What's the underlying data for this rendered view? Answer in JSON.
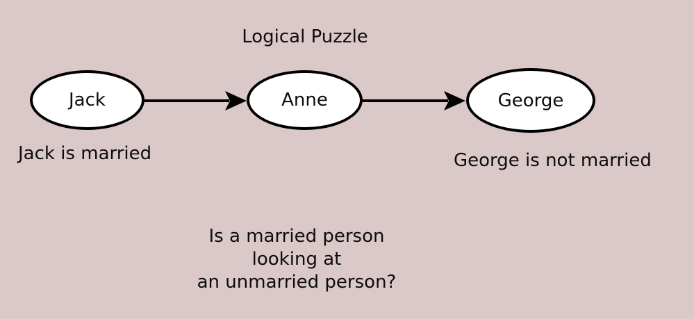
{
  "title": "Logical Puzzle",
  "nodes": [
    {
      "id": "jack",
      "label": "Jack"
    },
    {
      "id": "anne",
      "label": "Anne"
    },
    {
      "id": "george",
      "label": "George"
    }
  ],
  "edges": [
    {
      "from": "jack",
      "to": "anne"
    },
    {
      "from": "anne",
      "to": "george"
    }
  ],
  "annotations": {
    "jack": "Jack is married",
    "george": "George is not married"
  },
  "question": {
    "line1": "Is a married person",
    "line2": "looking at",
    "line3": "an unmarried person?"
  },
  "colors": {
    "background": "#dbc8c8",
    "node_fill": "#ffffff",
    "stroke": "#000000",
    "text": "#0d0d0d"
  }
}
